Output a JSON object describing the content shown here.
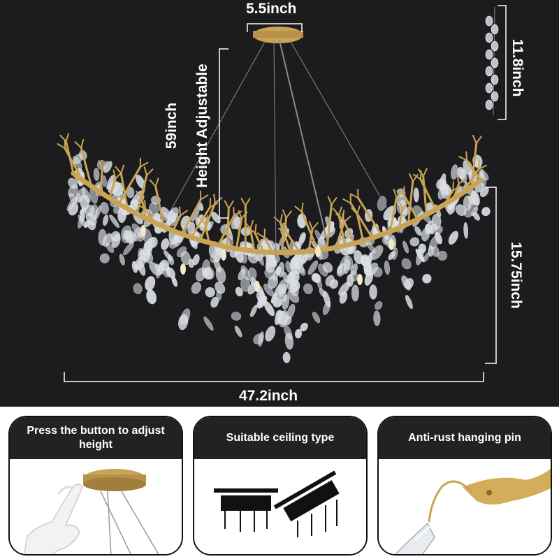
{
  "dimensions": {
    "canopy_width": "5.5inch",
    "chain_length": "59inch",
    "height_adjustable": "Height Adjustable",
    "crystal_strand_height": "11.8inch",
    "fixture_height": "15.75inch",
    "fixture_width": "47.2inch"
  },
  "features": [
    {
      "title": "Press the button to adjust height",
      "icon": "hand-adjust-canopy-photo"
    },
    {
      "title": "Suitable ceiling type",
      "icon": "flat-and-sloped-ceiling-icon"
    },
    {
      "title": "Anti-rust hanging pin",
      "icon": "gold-hook-photo"
    }
  ],
  "colors": {
    "background_dark": "#1c1c1e",
    "gold": "#c9a455",
    "crystal": "#d8dde2"
  }
}
